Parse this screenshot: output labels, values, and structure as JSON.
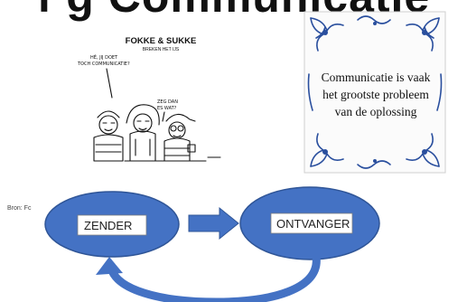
{
  "title": "f g Communicatie",
  "cartoon": {
    "heading": "FOKKE & SUKKE",
    "subheading": "BREKEN HET IJS",
    "bubble_left_1": "HÉ, JIJ DOET",
    "bubble_left_2": "TOCH COMMUNICATIE?",
    "bubble_right_1": "ZEG DAN",
    "bubble_right_2": "ES WAT?"
  },
  "tile": {
    "lines": [
      "Communicatie is vaak",
      "het grootste probleem",
      "van de oplossing"
    ]
  },
  "source_label": "Bron: Fc",
  "diagram": {
    "sender": "ZENDER",
    "receiver": "ONTVANGER"
  },
  "colors": {
    "ellipse": "#4472c4",
    "ellipse_edge": "#2f5597",
    "arrow": "#4472c4",
    "tile_blue": "#2a4f9e"
  }
}
